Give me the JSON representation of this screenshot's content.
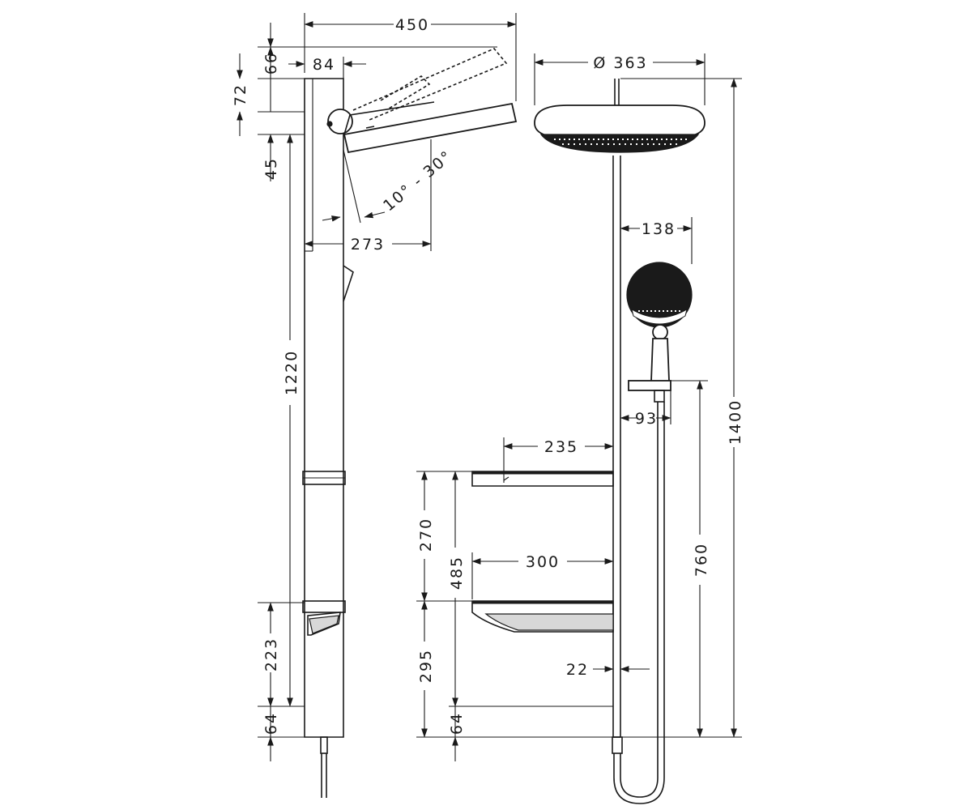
{
  "dimensions": {
    "width_total": "450",
    "top_66": "66",
    "depth_84": "84",
    "top_72": "72",
    "offset_45": "45",
    "angle_range": "10° - 30°",
    "arm_273": "273",
    "height_1220": "1220",
    "height_223": "223",
    "bottom_64_left": "64",
    "diameter_363": "Ø 363",
    "hand_138": "138",
    "holder_93": "93",
    "height_1400": "1400",
    "shelf_235": "235",
    "shelf_270": "270",
    "shelf_485": "485",
    "shelf_300": "300",
    "height_760": "760",
    "shelf_295": "295",
    "bottom_64_mid": "64",
    "gap_22": "22"
  },
  "colors": {
    "line": "#1a1a1a",
    "background": "#ffffff",
    "shade": "#d8d8d8"
  }
}
